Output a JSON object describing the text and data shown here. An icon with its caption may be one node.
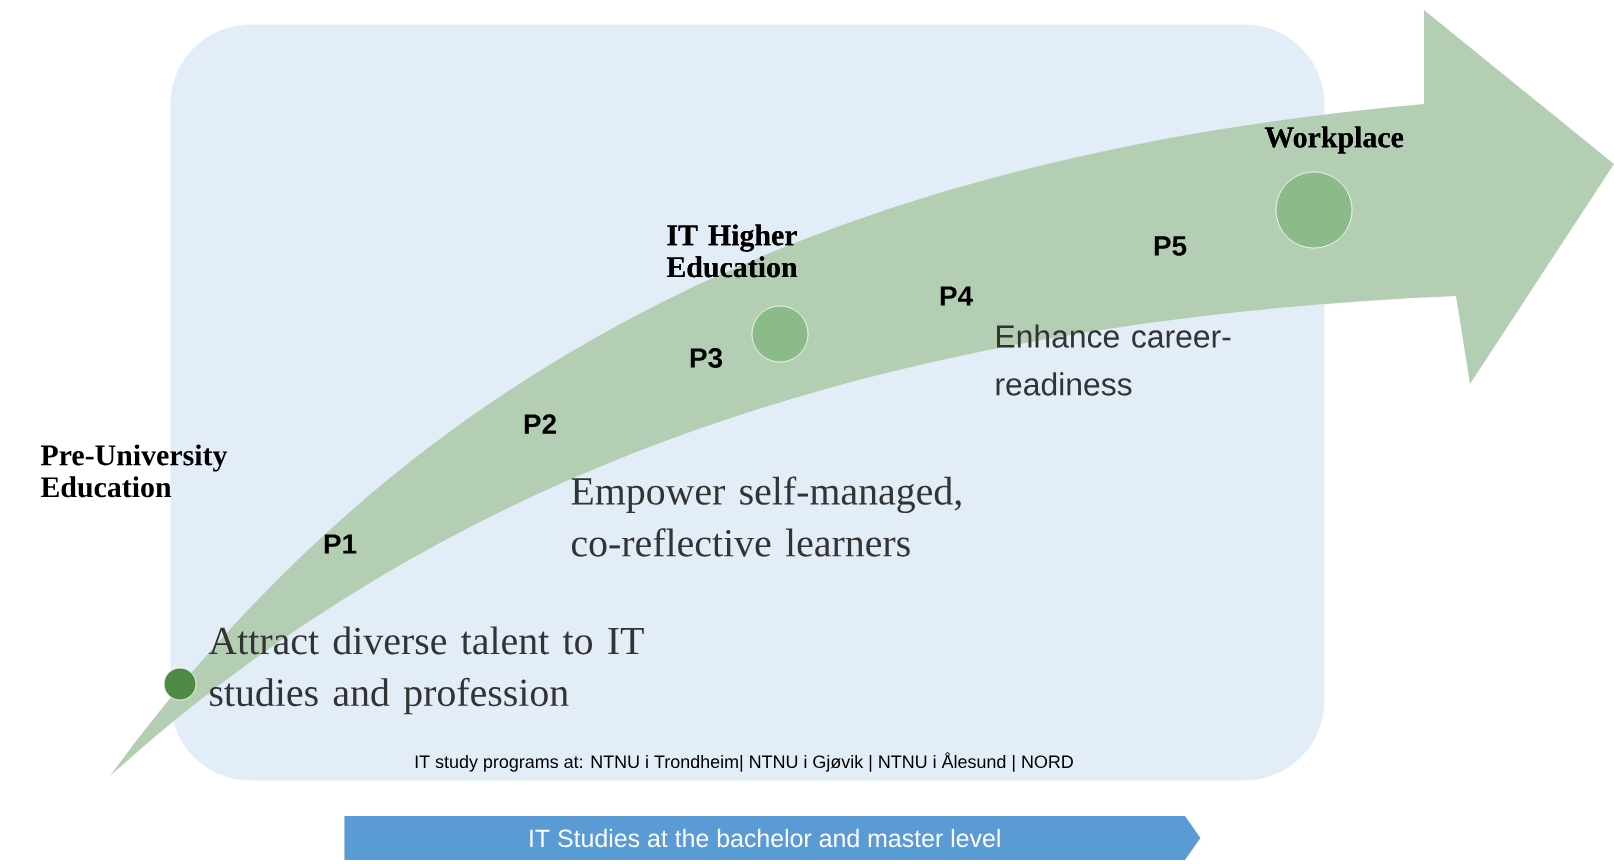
{
  "diagram": {
    "nodes": [
      {
        "text": [
          "IT study programs at: NTNU i Trondheim| NTNU i Gjøvik | NTNU i Ålesund | NORD"
        ]
      },
      {
        "text": [],
        "shape": "circle"
      },
      {
        "text": [],
        "shape": "circle",
        "in": 0,
        "beside": [
          "IT Higher Education"
        ]
      },
      {
        "text": [],
        "shape": "circle",
        "beside": [
          "Workplace"
        ]
      },
      {
        "text": [
          "IT Studies at the bachelor and master level"
        ]
      }
    ],
    "labels": [
      "Pre-University Education",
      "P1",
      "P2",
      "P3",
      "P4",
      "P5",
      "Attract diverse talent to IT studies and profession",
      "Empower self-managed, co-reflective learners",
      "Enhance career-readiness"
    ]
  }
}
